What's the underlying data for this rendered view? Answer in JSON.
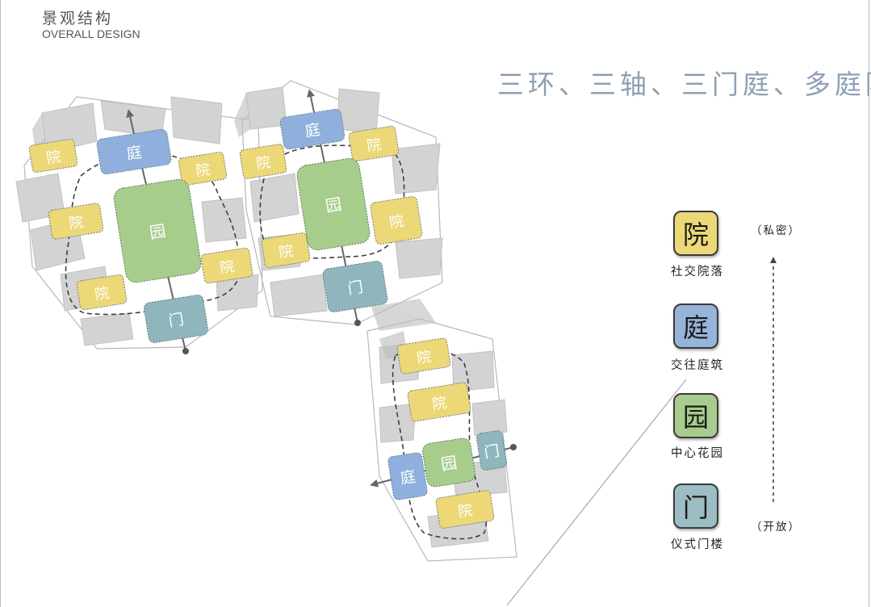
{
  "header": {
    "title_cn": "景观结构",
    "title_en": "OVERALL DESIGN"
  },
  "headline": "三环、三轴、三门庭、多庭院",
  "plan": {
    "labels": {
      "courtyard": "院",
      "court": "庭",
      "garden": "园",
      "gate": "门"
    }
  },
  "legend": {
    "items": [
      {
        "symbol": "院",
        "label": "社交院落",
        "color": "#ecd877"
      },
      {
        "symbol": "庭",
        "label": "交往庭筑",
        "color": "#96b3d9"
      },
      {
        "symbol": "园",
        "label": "中心花园",
        "color": "#a9cc8e"
      },
      {
        "symbol": "门",
        "label": "仪式门楼",
        "color": "#9cbdc3"
      }
    ],
    "scale_top": "（私密）",
    "scale_bottom": "（开放）"
  },
  "colors": {
    "courtyard": "#ecd877",
    "court": "#8fb0dc",
    "garden": "#a6cd8c",
    "gate": "#8fb6bc",
    "headline": "#8d9fb4"
  }
}
